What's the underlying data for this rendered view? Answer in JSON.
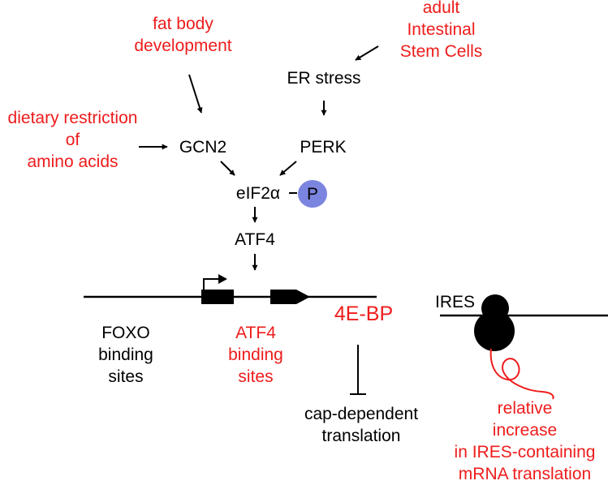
{
  "colors": {
    "accent_red": "#ee1c1c",
    "text_black": "#000000",
    "phospho_blue": "#7b85e0"
  },
  "labels": {
    "fat_body": [
      "fat body",
      "development"
    ],
    "isc": [
      "adult",
      "Intestinal",
      "Stem Cells"
    ],
    "er_stress": "ER stress",
    "dietary": [
      "dietary restriction",
      "of",
      "amino acids"
    ],
    "gcn2": "GCN2",
    "perk": "PERK",
    "eif2a": "eIF2α",
    "phospho": "P",
    "atf4": "ATF4",
    "foxo_sites": [
      "FOXO",
      "binding",
      "sites"
    ],
    "atf4_sites": [
      "ATF4",
      "binding",
      "sites"
    ],
    "fourebp": "4E-BP",
    "cap_dep": [
      "cap-dependent",
      "translation"
    ],
    "ires": "IRES",
    "ires_result": [
      "relative",
      "increase",
      "in IRES-containing",
      "mRNA translation"
    ]
  }
}
